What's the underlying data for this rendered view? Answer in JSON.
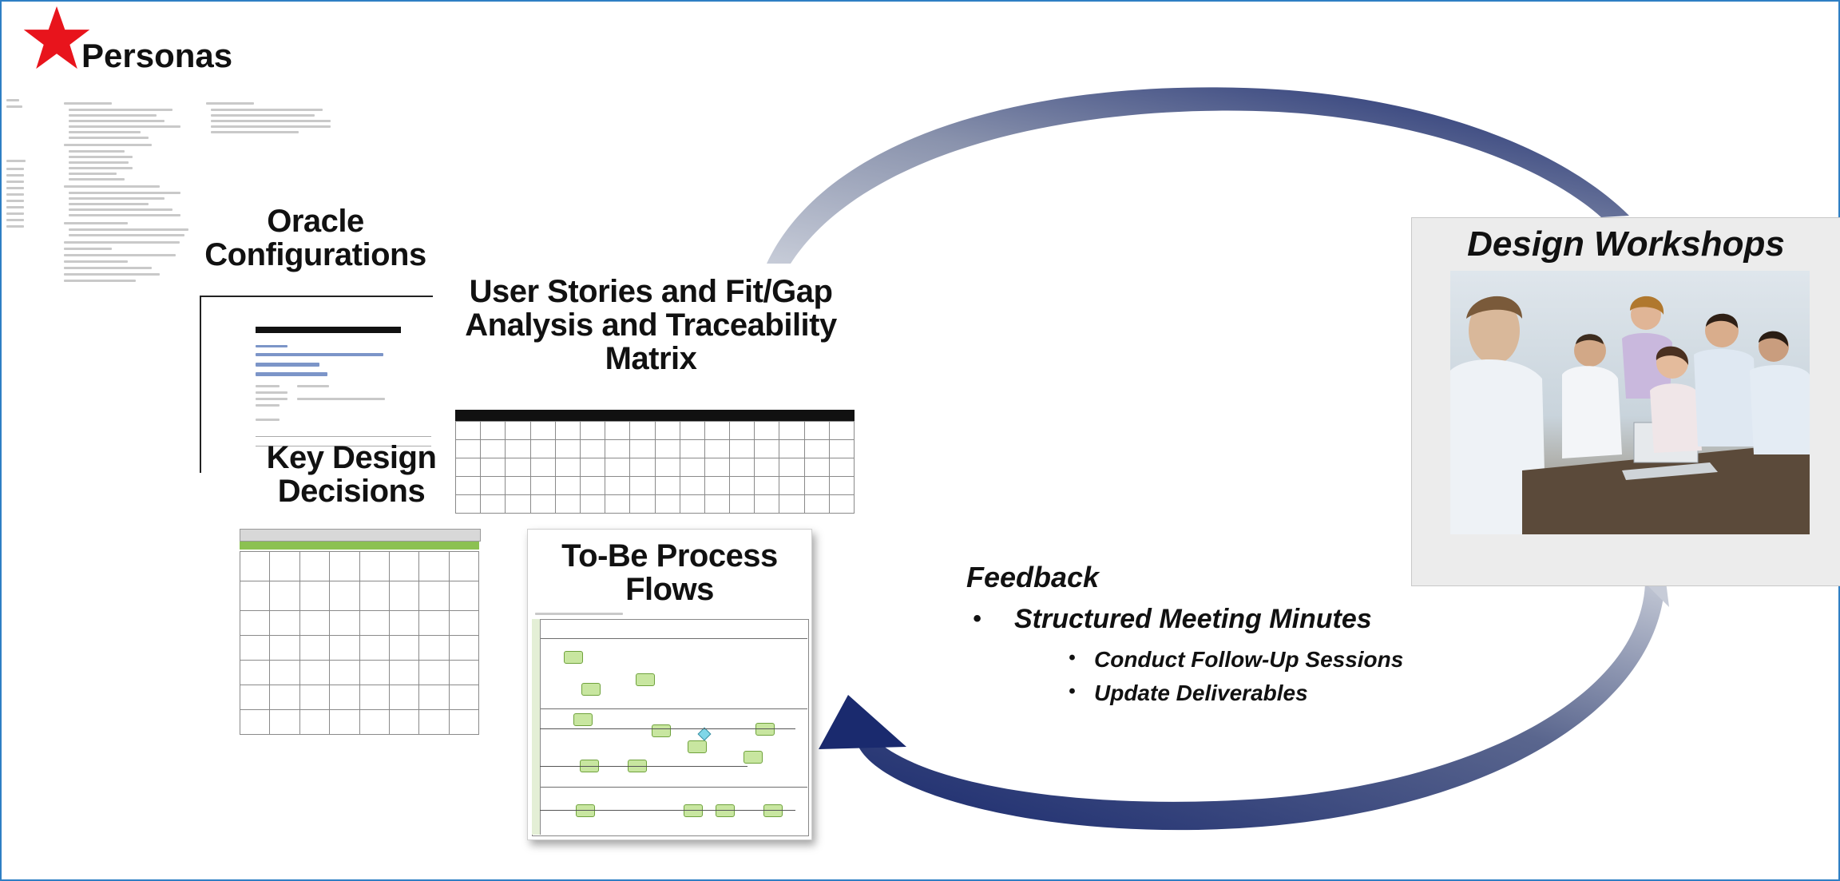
{
  "slide": {
    "title": "Personas",
    "oracle_title_line1": "Oracle",
    "oracle_title_line2": "Configurations",
    "user_stories_line1": "User Stories and Fit/Gap",
    "user_stories_line2": "Analysis and Traceability",
    "user_stories_line3": "Matrix",
    "key_design_line1": "Key Design",
    "key_design_line2": "Decisions",
    "to_be_line1": "To-Be Process",
    "to_be_line2": "Flows",
    "design_workshops": "Design Workshops",
    "feedback": {
      "heading": "Feedback",
      "bullet_main": "Structured Meeting Minutes",
      "sub_items": [
        "Conduct Follow-Up Sessions",
        "Update Deliverables"
      ]
    }
  },
  "colors": {
    "frame_border": "#2e7fc4",
    "star": "#e8141c",
    "arrow_dark": "#1a2a6e",
    "arrow_light": "#b5bccb",
    "workshop_panel": "#ececec"
  },
  "icons": {
    "title_icon": "red-star-icon",
    "bullet": "bullet-dot"
  }
}
